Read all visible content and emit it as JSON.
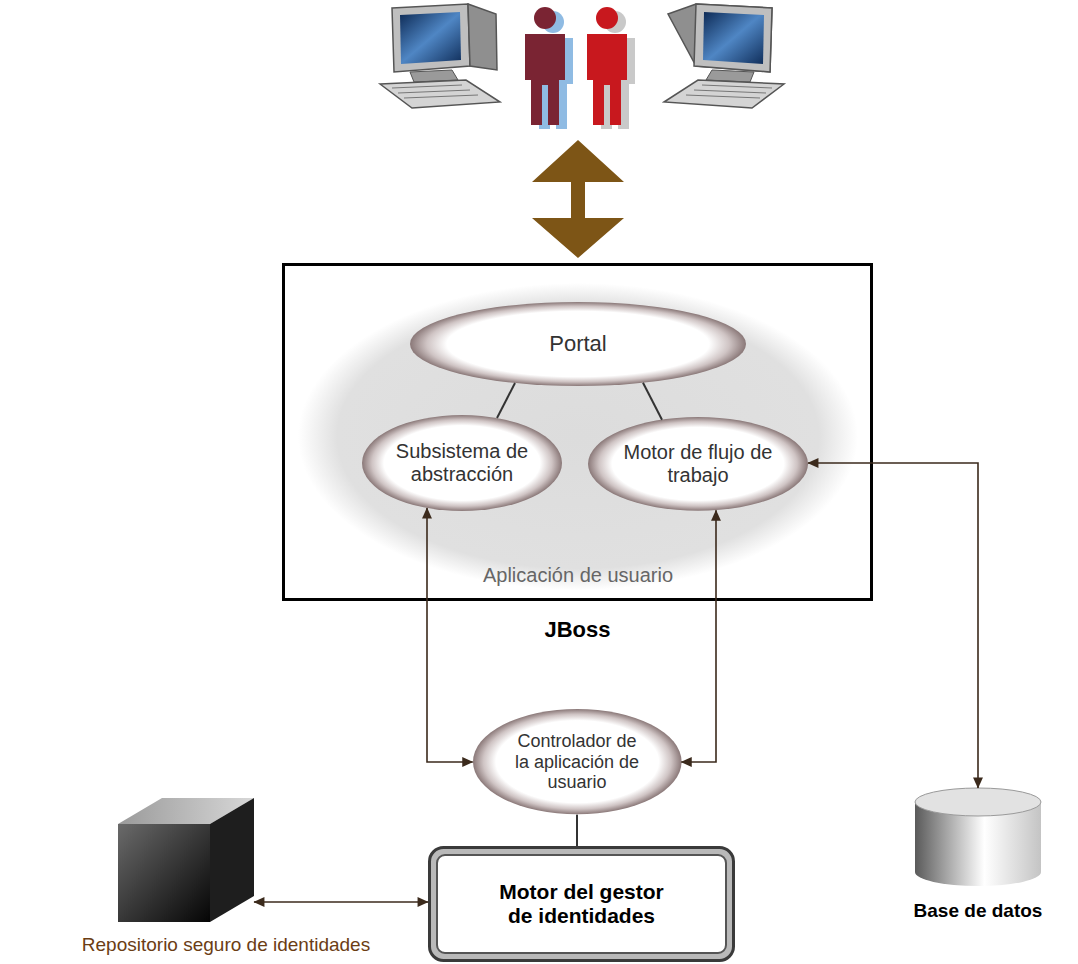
{
  "diagram": {
    "nodes": [
      {
        "text": [
          "JBoss"
        ]
      },
      {
        "text": [
          "Aplicación de usuario"
        ],
        "in": 0
      },
      {
        "text": [
          "Portal"
        ],
        "in": 1
      },
      {
        "text": [
          "Subsistema de abstracción"
        ],
        "in": 1
      },
      {
        "text": [
          "Motor de flujo de trabajo"
        ],
        "in": 1
      },
      {
        "text": [
          "Controlador de la aplicación de usuario"
        ]
      },
      {
        "text": [
          "Motor del gestor de identidades"
        ]
      },
      {
        "text": [
          "Repositorio seguro de identidades"
        ]
      },
      {
        "text": [
          "Base de datos"
        ]
      }
    ],
    "edges": [
      {
        "from": 2,
        "to": 3,
        "arrow": "none"
      },
      {
        "from": 2,
        "to": 4,
        "arrow": "none"
      },
      {
        "from": 3,
        "to": 5,
        "arrow": "both"
      },
      {
        "from": 4,
        "to": 5,
        "arrow": "both"
      },
      {
        "from": 4,
        "to": 8,
        "arrow": "both"
      },
      {
        "from": 5,
        "to": 6,
        "arrow": "none"
      },
      {
        "from": 7,
        "to": 6,
        "arrow": "both"
      }
    ]
  }
}
